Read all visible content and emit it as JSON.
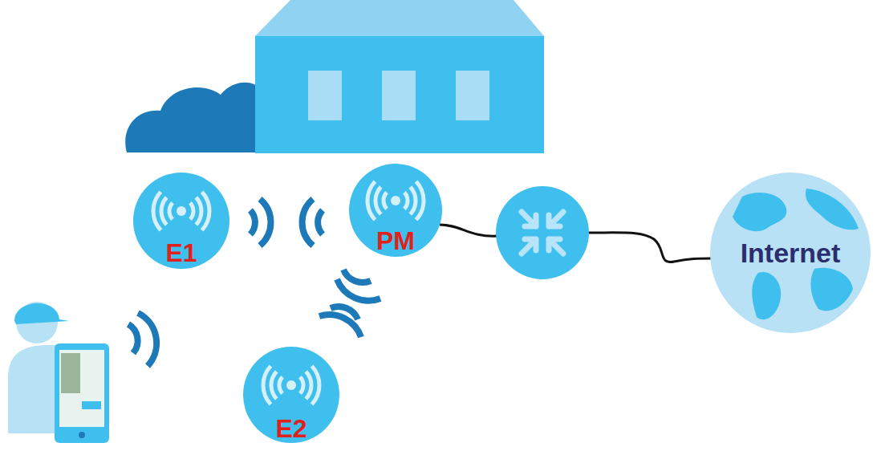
{
  "diagram": {
    "nodes": [
      {
        "text": [
          "E1"
        ]
      },
      {
        "text": [
          "PM"
        ]
      },
      {
        "text": [
          "E2"
        ]
      },
      {
        "text": [
          "Internet"
        ]
      }
    ]
  }
}
